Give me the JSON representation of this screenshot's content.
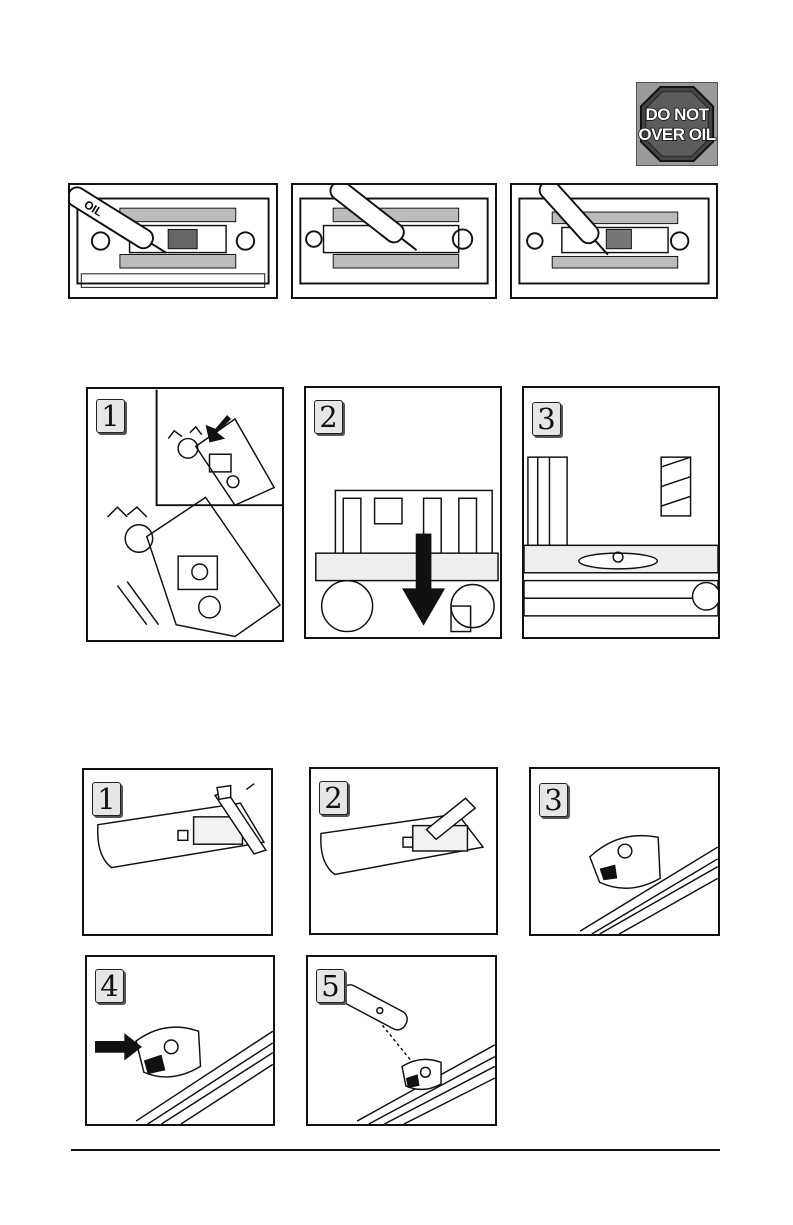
{
  "badge": {
    "icon": "do-not-over-oil-icon",
    "line1": "DO NOT",
    "line2": "OVER OIL",
    "background": "#9a9a9a"
  },
  "lubrication": {
    "oiler_label": "OIL"
  },
  "coupler_steps": [
    {
      "number": "1"
    },
    {
      "number": "2"
    },
    {
      "number": "3"
    }
  ],
  "remote_steps": [
    {
      "number": "1"
    },
    {
      "number": "2"
    },
    {
      "number": "3"
    },
    {
      "number": "4"
    },
    {
      "number": "5"
    }
  ]
}
